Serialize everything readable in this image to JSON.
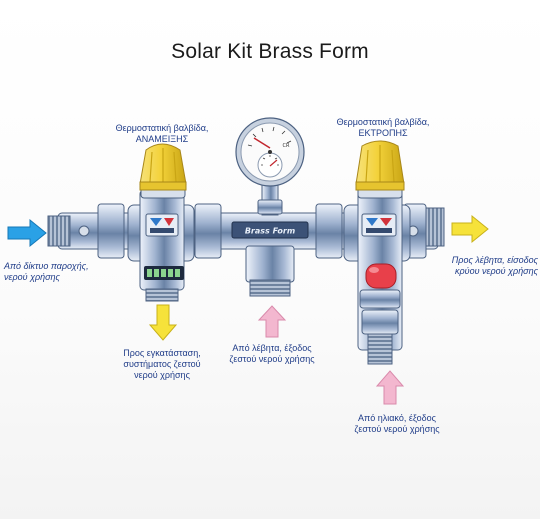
{
  "title": "Solar Kit Brass Form",
  "labels": {
    "mixing_valve_line1": "Θερμοστατική βαλβίδα,",
    "mixing_valve_line2": "ΑΝΑΜΕΙΞΗΣ",
    "diverter_valve_line1": "Θερμοστατική βαλβίδα,",
    "diverter_valve_line2": "ΕΚΤΡΟΠΗΣ",
    "from_mains_line1": "Από δίκτυο παροχής,",
    "from_mains_line2": "νερού χρήσης",
    "to_boiler_cold_line1": "Προς λέβητα, είσοδος",
    "to_boiler_cold_line2": "κρύου νερού χρήσης",
    "to_installation_line1": "Προς εγκατάσταση,",
    "to_installation_line2": "συστήματος ζεστού",
    "to_installation_line3": "νερού χρήσης",
    "from_boiler_line1": "Από λέβητα, έξοδος",
    "from_boiler_line2": "ζεστού νερού χρήσης",
    "from_solar_line1": "Από ηλιακό, έξοδος",
    "from_solar_line2": "ζεστού νερού χρήσης"
  },
  "device": {
    "brand_plate": "Brass Form",
    "gauge_brand": "CR"
  },
  "colors": {
    "arrow_blue": "#2aa1e6",
    "arrow_yellow": "#f6e23a",
    "arrow_pink": "#f3b7cf",
    "knob_yellow": "#f3d23a",
    "label_blue": "#1f3c88",
    "indicator_red": "#e8404a"
  }
}
